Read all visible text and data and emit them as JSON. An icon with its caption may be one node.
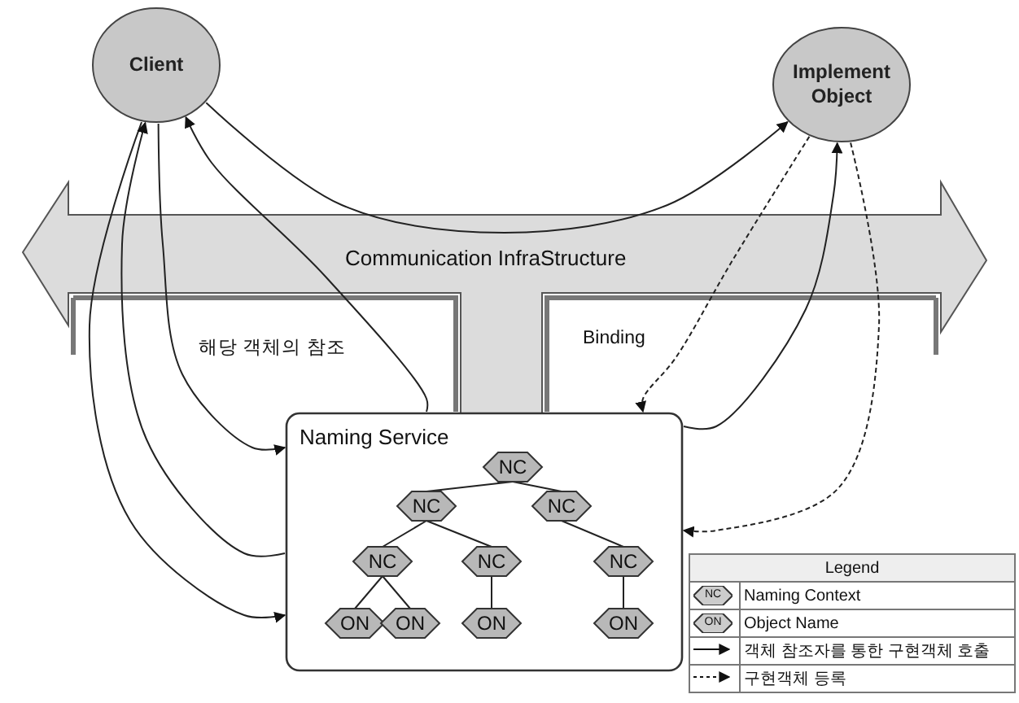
{
  "diagram": {
    "nodes": [
      {
        "text": [
          "Client"
        ]
      },
      {
        "text": [
          "Implement Object"
        ]
      },
      {
        "text": [
          "Naming Service"
        ]
      },
      {
        "text": [
          "NC"
        ],
        "in": 2
      },
      {
        "text": [
          "NC"
        ],
        "in": 2
      },
      {
        "text": [
          "NC"
        ],
        "in": 2
      },
      {
        "text": [
          "NC"
        ],
        "in": 2
      },
      {
        "text": [
          "NC"
        ],
        "in": 2
      },
      {
        "text": [
          "NC"
        ],
        "in": 2
      },
      {
        "text": [
          "ON"
        ],
        "in": 2
      },
      {
        "text": [
          "ON"
        ],
        "in": 2
      },
      {
        "text": [
          "ON"
        ],
        "in": 2
      },
      {
        "text": [
          "ON"
        ],
        "in": 2
      }
    ],
    "edges": [
      {
        "from": 0,
        "to": 1,
        "arrow": "to"
      },
      {
        "from": 0,
        "to": 2,
        "arrow": "to"
      },
      {
        "from": 2,
        "to": 0,
        "arrow": "to"
      },
      {
        "from": 0,
        "to": 2,
        "arrow": "to"
      },
      {
        "from": 2,
        "to": 0,
        "arrow": "to"
      },
      {
        "from": 1,
        "to": 2,
        "arrow": "to",
        "style": "dashed"
      },
      {
        "from": 2,
        "to": 1,
        "arrow": "to"
      },
      {
        "from": 1,
        "to": 2,
        "arrow": "to",
        "style": "dashed"
      },
      {
        "from": 3,
        "to": 4,
        "arrow": "none"
      },
      {
        "from": 3,
        "to": 5,
        "arrow": "none"
      },
      {
        "from": 4,
        "to": 6,
        "arrow": "none"
      },
      {
        "from": 4,
        "to": 7,
        "arrow": "none"
      },
      {
        "from": 5,
        "to": 8,
        "arrow": "none"
      },
      {
        "from": 6,
        "to": 9,
        "arrow": "none"
      },
      {
        "from": 6,
        "to": 10,
        "arrow": "none"
      },
      {
        "from": 7,
        "to": 11,
        "arrow": "none"
      },
      {
        "from": 8,
        "to": 12,
        "arrow": "none"
      }
    ],
    "labels": [
      "Communication InfraStructure",
      "해당 객체의 참조",
      "Binding",
      "Legend",
      "NC",
      "ON"
    ],
    "legend": [
      {
        "text": "Naming Context"
      },
      {
        "text": "Object Name"
      },
      {
        "text": "객체 참조자를 통한 구현객체 호출"
      },
      {
        "text": "구현객체 등록"
      }
    ]
  }
}
